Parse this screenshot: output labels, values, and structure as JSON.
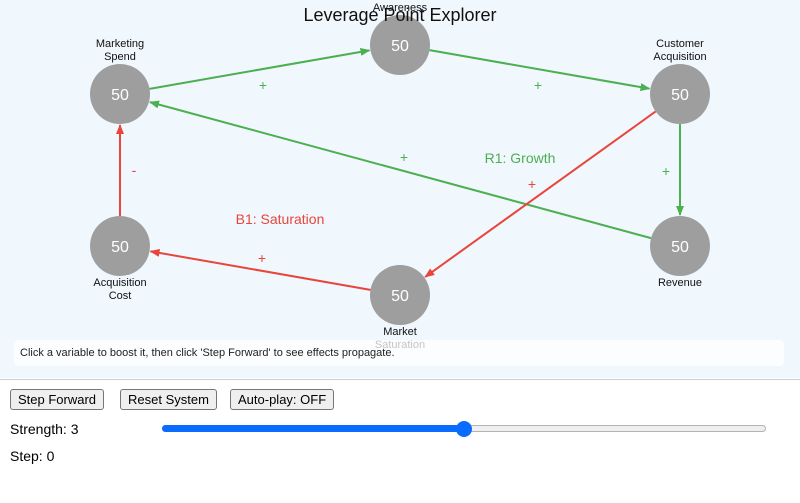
{
  "title": "Leverage Point Explorer",
  "nodes": [
    {
      "id": "awareness",
      "label": [
        "Awareness"
      ],
      "value": "50"
    },
    {
      "id": "marketing",
      "label": [
        "Marketing",
        "Spend"
      ],
      "value": "50"
    },
    {
      "id": "customer",
      "label": [
        "Customer",
        "Acquisition"
      ],
      "value": "50"
    },
    {
      "id": "revenue",
      "label": [
        "Revenue"
      ],
      "value": "50"
    },
    {
      "id": "cost",
      "label": [
        "Acquisition",
        "Cost"
      ],
      "value": "50"
    },
    {
      "id": "saturation",
      "label": [
        "Market",
        "Saturation"
      ],
      "value": "50"
    }
  ],
  "edges": [
    {
      "from": "marketing",
      "to": "awareness",
      "sign": "+",
      "loop": "growth"
    },
    {
      "from": "awareness",
      "to": "customer",
      "sign": "+",
      "loop": "growth"
    },
    {
      "from": "customer",
      "to": "revenue",
      "sign": "+",
      "loop": "growth"
    },
    {
      "from": "revenue",
      "to": "marketing",
      "sign": "+",
      "loop": "growth"
    },
    {
      "from": "customer",
      "to": "saturation",
      "sign": "+",
      "loop": "saturation"
    },
    {
      "from": "saturation",
      "to": "cost",
      "sign": "+",
      "loop": "saturation"
    },
    {
      "from": "cost",
      "to": "marketing",
      "sign": "-",
      "loop": "saturation"
    }
  ],
  "loops": {
    "growth": {
      "label": "R1: Growth",
      "color": "#4caf50"
    },
    "saturation": {
      "label": "B1: Saturation",
      "color": "#e8453c"
    }
  },
  "node_color": "#9e9e9e",
  "instructions": "Click a variable to boost it, then click 'Step Forward' to see effects propagate.",
  "controls": {
    "step_forward": "Step Forward",
    "reset_system": "Reset System",
    "autoplay": "Auto-play: OFF",
    "strength_label": "Strength: 3",
    "strength": {
      "value": 3,
      "min": 1,
      "max": 5
    },
    "step_label": "Step: 0"
  }
}
